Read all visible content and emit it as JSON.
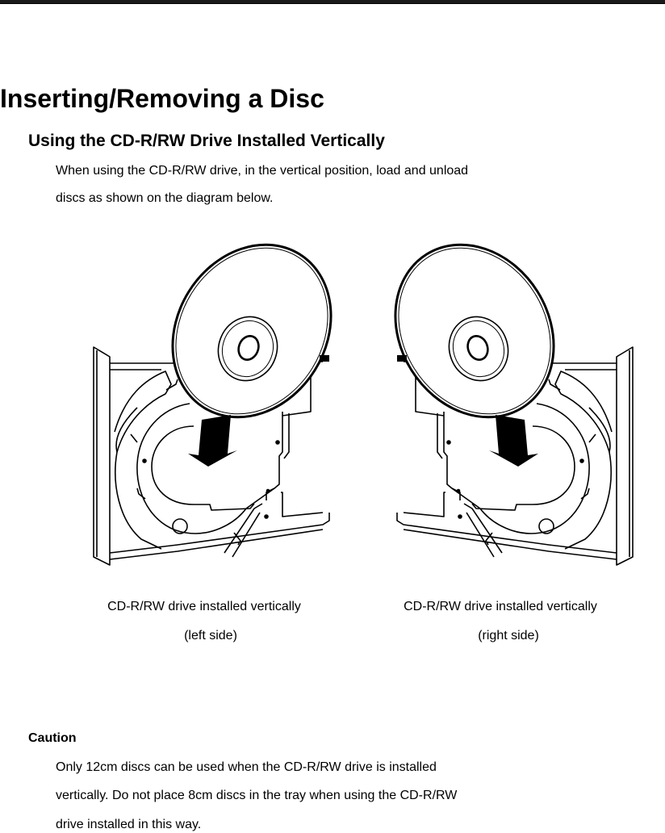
{
  "page": {
    "title": "Inserting/Removing a Disc",
    "section_title": "Using the CD-R/RW Drive Installed Vertically",
    "intro_lines": [
      "When using the CD-R/RW drive, in the vertical position, load and unload",
      "discs as shown on the diagram below."
    ]
  },
  "figures": [
    {
      "id": "left",
      "caption_line_1": "CD-R/RW drive installed vertically",
      "caption_line_2": "(left side)",
      "icon": "disc-into-drive-illustration"
    },
    {
      "id": "right",
      "caption_line_1": "CD-R/RW drive installed vertically",
      "caption_line_2": "(right side)",
      "icon": "disc-into-drive-illustration-mirrored"
    }
  ],
  "caution": {
    "heading": "Caution",
    "lines": [
      "Only 12cm discs can be used when the CD-R/RW drive is installed",
      "vertically. Do not place 8cm discs in the tray when using the CD-R/RW",
      "drive installed in this way."
    ]
  },
  "colors": {
    "text": "#000000",
    "background": "#ffffff",
    "rule": "#1a1a1a"
  }
}
